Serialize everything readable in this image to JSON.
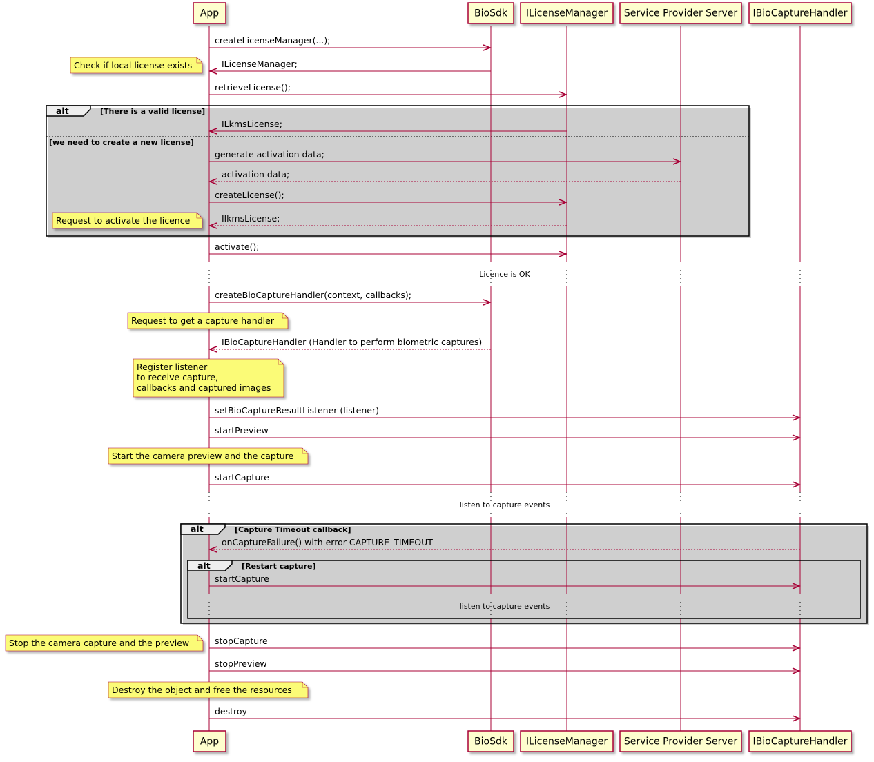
{
  "colors": {
    "arrow": "#A80036",
    "participant_fill": "#FEFECE",
    "note_fill": "#FBFB77",
    "lifeline": "#A80036"
  },
  "participants": [
    {
      "id": "app",
      "label": "App"
    },
    {
      "id": "biosdk",
      "label": "BioSdk"
    },
    {
      "id": "ilm",
      "label": "ILicenseManager"
    },
    {
      "id": "sps",
      "label": "Service Provider Server"
    },
    {
      "id": "ibch",
      "label": "IBioCaptureHandler"
    }
  ],
  "messages": [
    {
      "from": "app",
      "to": "biosdk",
      "label": "createLicenseManager(...);",
      "dashed": false
    },
    {
      "from": "biosdk",
      "to": "app",
      "label": "ILicenseManager;",
      "dashed": false
    },
    {
      "from": "app",
      "to": "ilm",
      "label": "retrieveLicense();",
      "dashed": false
    },
    {
      "from": "ilm",
      "to": "app",
      "label": "ILkmsLicense;",
      "dashed": false
    },
    {
      "from": "app",
      "to": "sps",
      "label": "generate activation data;",
      "dashed": false
    },
    {
      "from": "sps",
      "to": "app",
      "label": "activation data;",
      "dashed": true
    },
    {
      "from": "app",
      "to": "ilm",
      "label": "createLicense();",
      "dashed": false
    },
    {
      "from": "ilm",
      "to": "app",
      "label": "IlkmsLicense;",
      "dashed": true
    },
    {
      "from": "app",
      "to": "ilm",
      "label": "activate();",
      "dashed": false
    },
    {
      "from": "app",
      "to": "biosdk",
      "label": "createBioCaptureHandler(context, callbacks);",
      "dashed": false
    },
    {
      "from": "biosdk",
      "to": "app",
      "label": "IBioCaptureHandler (Handler to perform biometric captures)",
      "dashed": true
    },
    {
      "from": "app",
      "to": "ibch",
      "label": "setBioCaptureResultListener (listener)",
      "dashed": false
    },
    {
      "from": "app",
      "to": "ibch",
      "label": "startPreview",
      "dashed": false
    },
    {
      "from": "app",
      "to": "ibch",
      "label": "startCapture",
      "dashed": false
    },
    {
      "from": "ibch",
      "to": "app",
      "label": "onCaptureFailure() with error CAPTURE_TIMEOUT",
      "dashed": true
    },
    {
      "from": "app",
      "to": "ibch",
      "label": "startCapture",
      "dashed": false
    },
    {
      "from": "app",
      "to": "ibch",
      "label": "stopCapture",
      "dashed": false
    },
    {
      "from": "app",
      "to": "ibch",
      "label": "stopPreview",
      "dashed": false
    },
    {
      "from": "app",
      "to": "ibch",
      "label": "destroy",
      "dashed": false
    }
  ],
  "notes": [
    {
      "lines": [
        "Check if local license exists"
      ]
    },
    {
      "lines": [
        "Request to activate the licence"
      ]
    },
    {
      "lines": [
        "Request to get a capture handler"
      ]
    },
    {
      "lines": [
        "Register listener",
        "to receive capture,",
        "callbacks and captured images"
      ]
    },
    {
      "lines": [
        "Start the camera preview and the capture"
      ]
    },
    {
      "lines": [
        "Stop the camera capture and the preview"
      ]
    },
    {
      "lines": [
        "Destroy the object and free the resources"
      ]
    }
  ],
  "dividers": [
    {
      "label": "Licence is OK"
    },
    {
      "label": "listen to capture events"
    },
    {
      "label": "listen to capture events"
    }
  ],
  "fragments": [
    {
      "keyword": "alt",
      "conditions": [
        "[There is a valid license]",
        "[we need to create a new license]"
      ]
    },
    {
      "keyword": "alt",
      "conditions": [
        "[Capture Timeout callback]"
      ]
    },
    {
      "keyword": "alt",
      "conditions": [
        "[Restart capture]"
      ]
    }
  ]
}
